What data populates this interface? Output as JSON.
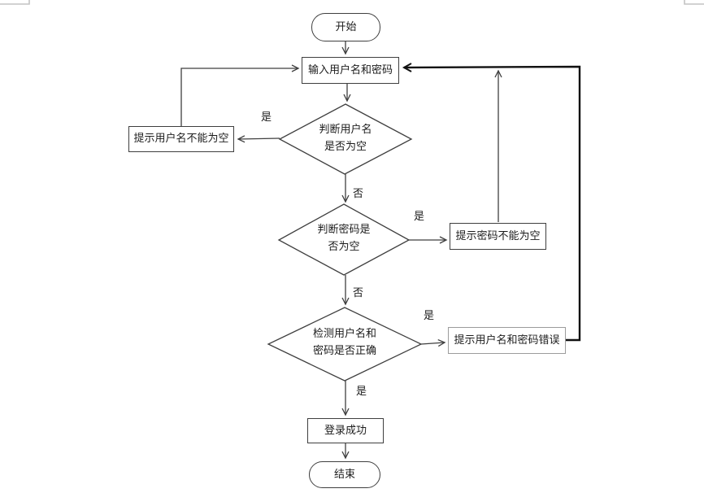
{
  "diagram": {
    "type": "flowchart",
    "language": "zh-CN",
    "nodes": {
      "start": {
        "shape": "terminator",
        "label": "开始"
      },
      "input": {
        "shape": "process",
        "label": "输入用户名和密码"
      },
      "check_username": {
        "shape": "decision",
        "line1": "判断用户名",
        "line2": "是否为空"
      },
      "hint_username": {
        "shape": "process",
        "label": "提示用户名不能为空"
      },
      "check_password": {
        "shape": "decision",
        "line1": "判断密码是",
        "line2": "否为空"
      },
      "hint_password": {
        "shape": "process",
        "label": "提示密码不能为空"
      },
      "check_correct": {
        "shape": "decision",
        "line1": "检测用户名和",
        "line2": "密码是否正确"
      },
      "hint_error": {
        "shape": "process",
        "label": "提示用户名和密码错误"
      },
      "success": {
        "shape": "process",
        "label": "登录成功"
      },
      "end": {
        "shape": "terminator",
        "label": "结束"
      }
    },
    "edge_labels": {
      "username_yes": "是",
      "username_no": "否",
      "password_yes": "是",
      "password_no": "否",
      "correct_wrong_yes": "是",
      "correct_ok_yes": "是"
    },
    "edges": [
      {
        "from": "start",
        "to": "input",
        "label": ""
      },
      {
        "from": "input",
        "to": "check_username",
        "label": ""
      },
      {
        "from": "check_username",
        "to": "hint_username",
        "label": "是"
      },
      {
        "from": "hint_username",
        "to": "input",
        "label": ""
      },
      {
        "from": "check_username",
        "to": "check_password",
        "label": "否"
      },
      {
        "from": "check_password",
        "to": "hint_password",
        "label": "是"
      },
      {
        "from": "hint_password",
        "to": "input",
        "label": ""
      },
      {
        "from": "check_password",
        "to": "check_correct",
        "label": "否"
      },
      {
        "from": "check_correct",
        "to": "hint_error",
        "label": "是"
      },
      {
        "from": "hint_error",
        "to": "input",
        "label": ""
      },
      {
        "from": "check_correct",
        "to": "success",
        "label": "是"
      },
      {
        "from": "success",
        "to": "end",
        "label": ""
      }
    ],
    "colors": {
      "stroke": "#3f3f3f",
      "thick_connector": "#111111",
      "gray_box_border": "#9c9c9c",
      "page_corner_mark": "#c3c3c3",
      "fill": "#ffffff",
      "text": "#1c1c1c"
    }
  }
}
